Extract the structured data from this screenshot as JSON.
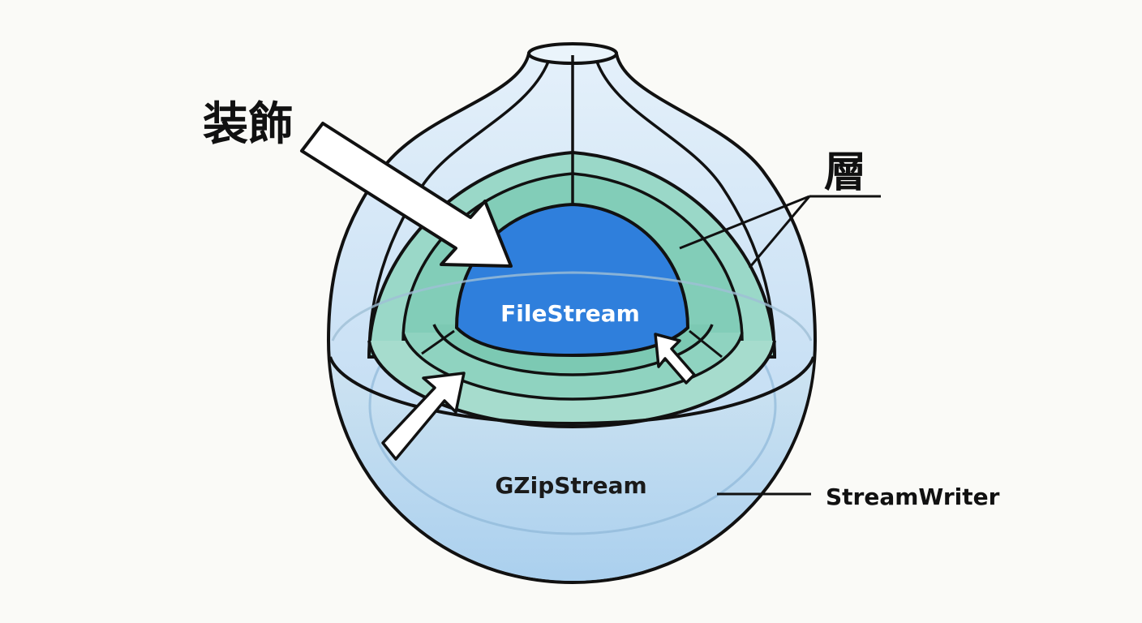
{
  "labels": {
    "decoration": "装飾",
    "layer": "層",
    "core": "FileStream",
    "middle": "GZipStream",
    "outer": "StreamWriter"
  },
  "colors": {
    "background": "#fafaf7",
    "outer_fill": "#d8e9f7",
    "outer_fill_low": "#b9d9f2",
    "middle_fill": "#8fd4c3",
    "middle_fill_light": "#bfe6dc",
    "core_fill": "#2f7fdc",
    "stroke": "#111111"
  }
}
